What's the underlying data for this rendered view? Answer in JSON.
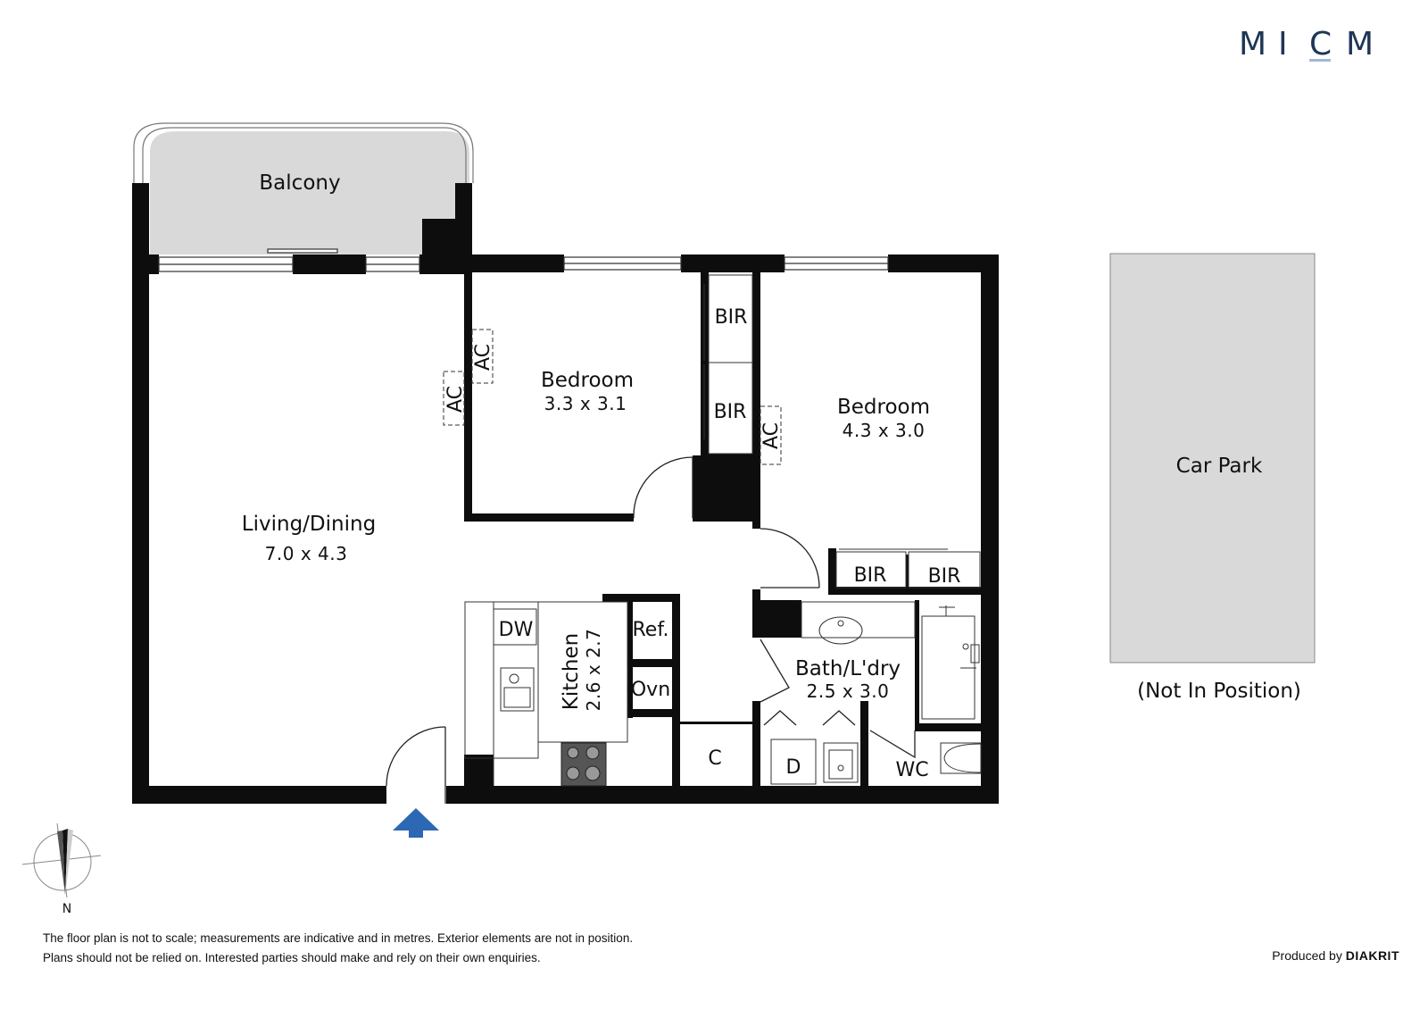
{
  "brand": {
    "logo_letters": [
      "M",
      "I",
      "C",
      "M"
    ]
  },
  "rooms": {
    "balcony": "Balcony",
    "living_name": "Living/Dining",
    "living_dim": "7.0 x 4.3",
    "bed1_name": "Bedroom",
    "bed1_dim": "3.3 x 3.1",
    "bed2_name": "Bedroom",
    "bed2_dim": "4.3 x 3.0",
    "kitchen_name": "Kitchen",
    "kitchen_dim": "2.6 x 2.7",
    "bath_name": "Bath/L'dry",
    "bath_dim": "2.5 x 3.0",
    "car_park": "Car Park",
    "car_park_note": "(Not In Position)"
  },
  "fixtures": {
    "bir_1": "BIR",
    "bir_2": "BIR",
    "bir_3": "BIR",
    "bir_4": "BIR",
    "ac_1": "AC",
    "ac_2": "AC",
    "ac_3": "AC",
    "dw": "DW",
    "ref": "Ref.",
    "ovn": "Ovn",
    "cupboard": "C",
    "dryer": "D",
    "wc": "WC"
  },
  "compass": {
    "north_label": "N"
  },
  "colors": {
    "wall": "#0d0d0d",
    "balcony_fill": "#d9d9d9",
    "car_park_fill": "#d9d9d9",
    "entry_arrow": "#2c68b3",
    "logo": "#1e3656",
    "logo_underline": "#9fb8d3"
  },
  "footer": {
    "disclaimer_line1": "The floor plan is not to scale; measurements are indicative and in metres. Exterior elements are not in position.",
    "disclaimer_line2": "Plans should not be relied on. Interested parties should make and rely on their own enquiries.",
    "produced_by_prefix": "Produced by",
    "produced_by_brand": "DIAKRIT"
  }
}
